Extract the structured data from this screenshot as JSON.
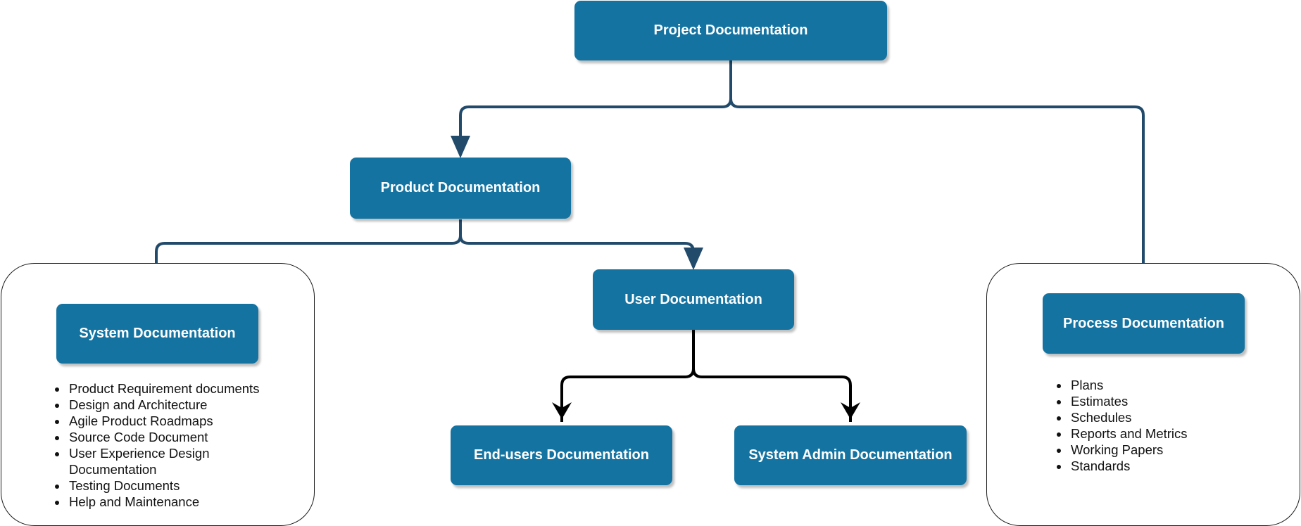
{
  "colors": {
    "node": "#1473a1",
    "connector_blue": "#214a6b",
    "connector_black": "#000000",
    "group_border": "#1a1a1a"
  },
  "nodes": {
    "project": "Project Documentation",
    "product": "Product Documentation",
    "process": "Process Documentation",
    "system": "System Documentation",
    "user": "User Documentation",
    "end_users": "End-users Documentation",
    "system_admin": "System Admin Documentation"
  },
  "system_items": [
    "Product Requirement documents",
    "Design and Architecture",
    "Agile Product Roadmaps",
    "Source Code Document",
    "User Experience Design Documentation",
    "Testing Documents",
    "Help and Maintenance"
  ],
  "process_items": [
    "Plans",
    "Estimates",
    "Schedules",
    "Reports and Metrics",
    "Working Papers",
    "Standards"
  ]
}
